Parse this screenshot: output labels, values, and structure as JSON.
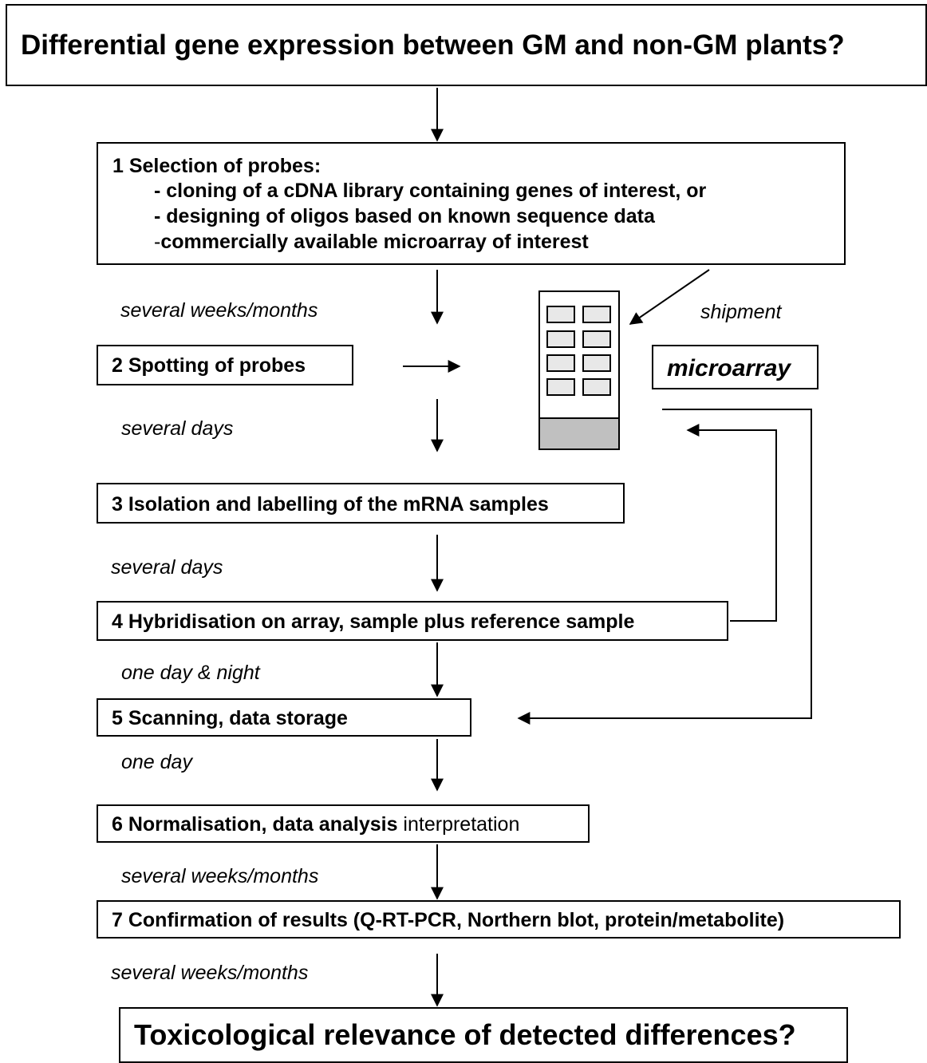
{
  "question_title": "Differential gene expression between GM and non-GM plants?",
  "step1": {
    "title": "1 Selection of probes:",
    "item1": "- cloning of a cDNA library containing genes of interest, or",
    "item2": "- designing of oligos based on known sequence data",
    "item3_prefix": "-",
    "item3_text": "commercially available microarray of interest"
  },
  "step2": "2 Spotting of probes",
  "step3": "3 Isolation and labelling of the mRNA samples",
  "step4": "4 Hybridisation on array, sample plus reference sample",
  "step5": "5 Scanning, data storage",
  "step6_bold": "6 Normalisation, data analysis",
  "step6_regular": " interpretation",
  "step7": "7 Confirmation of results (Q-RT-PCR, Northern blot, protein/metabolite)",
  "final_question": "Toxicological relevance of detected differences?",
  "microarray_label": "microarray",
  "shipment_label": "shipment",
  "durations": {
    "d1": "several weeks/months",
    "d2": "several days",
    "d3": "several days",
    "d4": "one day & night",
    "d5": "one day",
    "d6": "several weeks/months",
    "d7": "several weeks/months"
  },
  "colors": {
    "line": "#000000",
    "slot_fill": "#e8e8e8",
    "chip_base": "#c0c0c0"
  },
  "icons": [
    "microarray-chip-icon"
  ]
}
